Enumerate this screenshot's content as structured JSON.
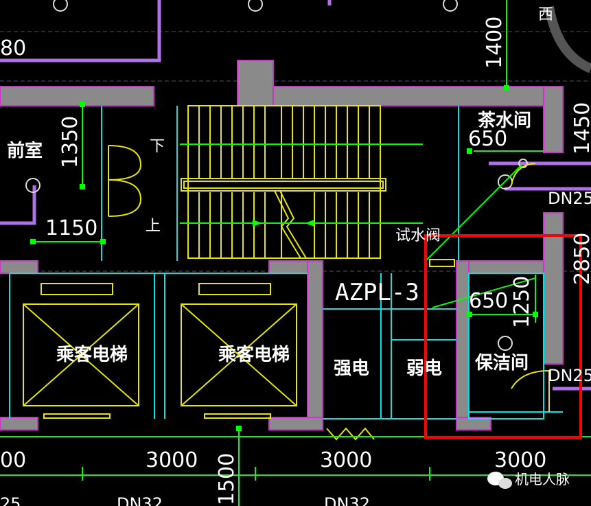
{
  "rooms": {
    "antechamber": "前室",
    "elevator_left": "乘客电梯",
    "elevator_right": "乘客电梯",
    "strong_power": "强电",
    "weak_power": "弱电",
    "cleaning_room": "保洁间",
    "tea_room": "茶水间"
  },
  "stair": {
    "down": "下",
    "up": "上"
  },
  "labels": {
    "test_valve": "试水阀",
    "panel": "AZPL-3",
    "west": "西"
  },
  "pipes": {
    "dn25_upper": "DN25",
    "dn25_lower": "DN25",
    "dn32_left": "DN32",
    "dn32_mid": "DN32",
    "dn25_left": "25"
  },
  "dimensions": {
    "d1400": "1400",
    "d1350": "1350",
    "d1150": "1150",
    "d650_top": "650",
    "d650_clean": "650",
    "d1250": "1250",
    "d1450": "1450",
    "d2850": "2850",
    "d1500": "1500",
    "d3000_1": "3000",
    "d3000_2": "3000",
    "d3000_3": "3000",
    "d00_left": "00",
    "d80_top": "80"
  },
  "watermark": "机电人脉",
  "colors": {
    "background": "#000000",
    "wall": "#8a8a8a",
    "wall_outline": "#cc33cc",
    "pipe_purple": "#b070e8",
    "dimension": "#00ff00",
    "fixture_yellow": "#e6e600",
    "cyan": "#00e5e5",
    "highlight": "#ff0000"
  }
}
